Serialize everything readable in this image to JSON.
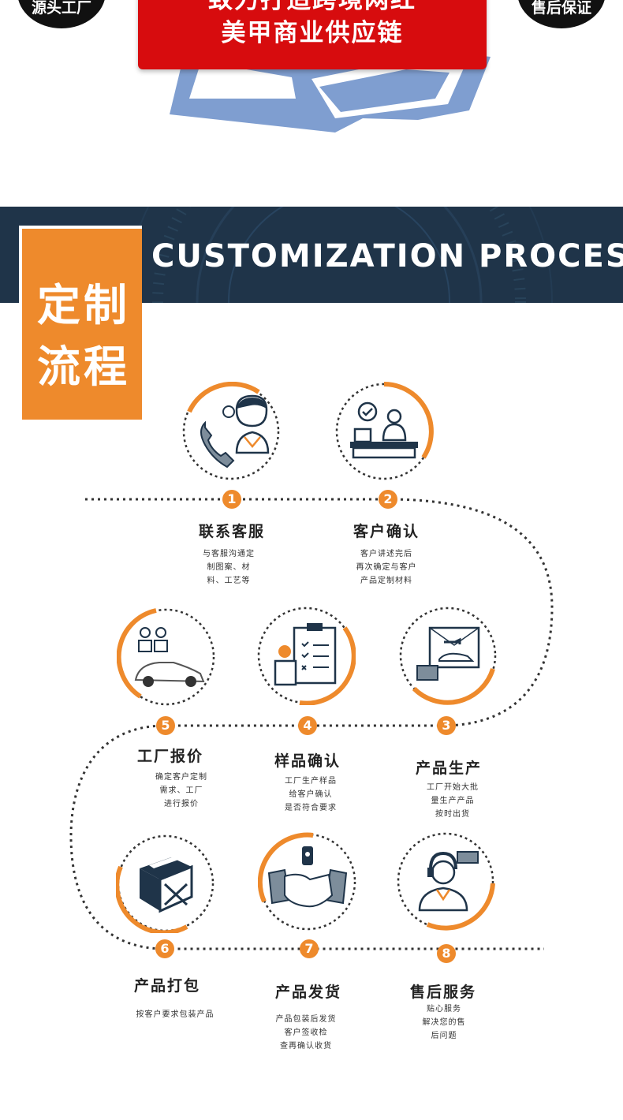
{
  "top": {
    "badge_left": "源头工厂",
    "badge_right": "售后保证",
    "banner_line1": "致力打造跨境网红",
    "banner_line2": "美甲商业供应链"
  },
  "header": {
    "title_en": "CUSTOMIZATION PROCESS",
    "title_cn_line1": "定制",
    "title_cn_line2": "流程"
  },
  "colors": {
    "accent_orange": "#ee8a2c",
    "banner_red": "#d70c0e",
    "header_navy": "#1f3449",
    "icon_navy": "#1f3449"
  },
  "steps": [
    {
      "num": "1",
      "title": "联系客服",
      "desc": [
        "与客服沟通定",
        "制图案、材",
        "料、工艺等"
      ],
      "icon": "phone-support-icon"
    },
    {
      "num": "2",
      "title": "客户确认",
      "desc": [
        "客户讲述完后",
        "再次确定与客户",
        "产品定制材料"
      ],
      "icon": "reception-desk-icon"
    },
    {
      "num": "3",
      "title": "产品生产",
      "desc": [
        "工厂开始大批",
        "量生产产品",
        "按时出货"
      ],
      "icon": "production-document-icon"
    },
    {
      "num": "4",
      "title": "样品确认",
      "desc": [
        "工厂生产样品",
        "给客户确认",
        "是否符合要求"
      ],
      "icon": "checklist-clipboard-icon"
    },
    {
      "num": "5",
      "title": "工厂报价",
      "desc": [
        "确定客户定制",
        "需求、工厂",
        "进行报价"
      ],
      "icon": "factory-quote-car-icon"
    },
    {
      "num": "6",
      "title": "产品打包",
      "desc": [
        "按客户要求包装产品"
      ],
      "icon": "package-box-icon"
    },
    {
      "num": "7",
      "title": "产品发货",
      "desc": [
        "产品包装后发货",
        "客户签收检",
        "查再确认收货"
      ],
      "icon": "handshake-icon"
    },
    {
      "num": "8",
      "title": "售后服务",
      "desc": [
        "贴心服务",
        "解决您的售",
        "后问题"
      ],
      "icon": "customer-service-headset-icon"
    }
  ]
}
